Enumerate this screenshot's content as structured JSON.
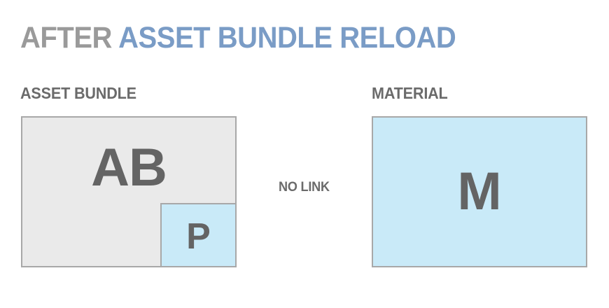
{
  "title": {
    "prefix": "AFTER ",
    "highlight": "ASSET BUNDLE RELOAD",
    "prefix_color": "#9a9a9a",
    "highlight_color": "#7a9cc6"
  },
  "colors": {
    "gray_fill": "#eaeaea",
    "blue_fill": "#c9eaf8",
    "border": "#a8a8a8",
    "glyph": "#646464",
    "label": "#6b6b6b"
  },
  "left_group": {
    "label": "ASSET BUNDLE",
    "container": {
      "glyph": "AB"
    },
    "child": {
      "glyph": "P"
    }
  },
  "right_group": {
    "label": "MATERIAL",
    "container": {
      "glyph": "M"
    }
  },
  "connector": {
    "label": "NO LINK"
  }
}
